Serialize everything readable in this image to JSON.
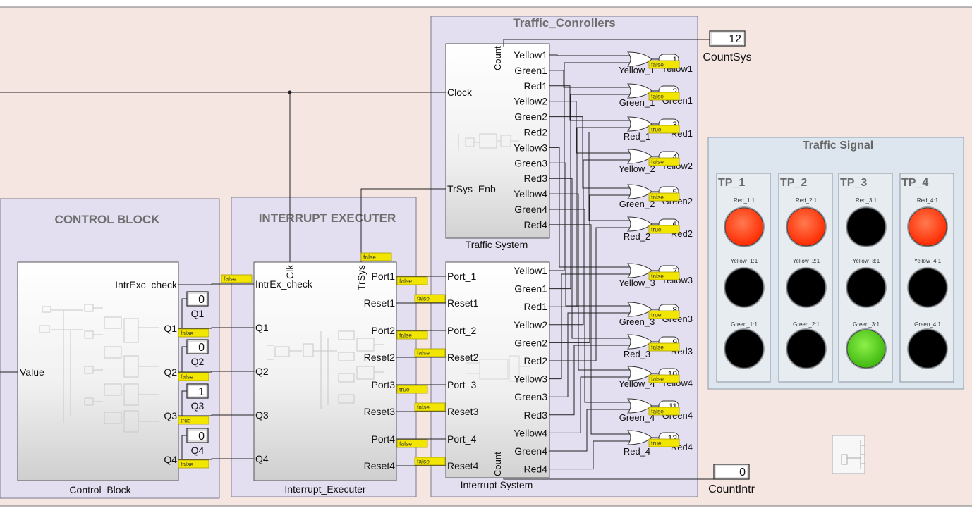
{
  "areas": {
    "traffic_controllers": "Traffic_Conrollers",
    "control_block": "CONTROL BLOCK",
    "interrupt_executer": "INTERRUPT EXECUTER",
    "traffic_signal": "Traffic Signal"
  },
  "control_block": {
    "name": "Control_Block",
    "in_ports": [
      "Value"
    ],
    "out_ports": [
      "IntrExc_check",
      "Q1",
      "Q2",
      "Q3",
      "Q4"
    ],
    "out_values": [
      "false",
      "false",
      "false",
      "true",
      "false"
    ]
  },
  "q_displays": [
    {
      "label": "Q1",
      "value": "0"
    },
    {
      "label": "Q2",
      "value": "0"
    },
    {
      "label": "Q3",
      "value": "1"
    },
    {
      "label": "Q4",
      "value": "0"
    }
  ],
  "interrupt_executer": {
    "name": "Interrupt_Executer",
    "in_ports": [
      "IntrEx_check",
      "Q1",
      "Q2",
      "Q3",
      "Q4"
    ],
    "clk_label": "Clk",
    "trsys_label": "TrSys",
    "trsys_value": "false",
    "out_ports": [
      "Port1",
      "Reset1",
      "Port2",
      "Reset2",
      "Port3",
      "Reset3",
      "Port4",
      "Reset4"
    ],
    "out_values": [
      "false",
      "false",
      "false",
      "false",
      "true",
      "false",
      "false",
      "false"
    ]
  },
  "traffic_system": {
    "name": "Traffic System",
    "in_ports": [
      "Clock",
      "TrSys_Enb"
    ],
    "count_label": "Count",
    "out_ports": [
      "Yellow1",
      "Green1",
      "Red1",
      "Yellow2",
      "Green2",
      "Red2",
      "Yellow3",
      "Green3",
      "Red3",
      "Yellow4",
      "Green4",
      "Red4"
    ]
  },
  "interrupt_system": {
    "name": "Interrupt System",
    "in_ports": [
      "Port_1",
      "Reset1",
      "Port_2",
      "Reset2",
      "Port_3",
      "Reset3",
      "Port_4",
      "Reset4"
    ],
    "count_label": "Count",
    "out_ports": [
      "Yellow1",
      "Green1",
      "Red1",
      "Yellow2",
      "Green2",
      "Red2",
      "Yellow3",
      "Green3",
      "Red3",
      "Yellow4",
      "Green4",
      "Red4"
    ]
  },
  "or_gates": [
    {
      "name": "Yellow_1",
      "value": "false",
      "port_num": "1",
      "port_name": "Yellow1"
    },
    {
      "name": "Green_1",
      "value": "false",
      "port_num": "2",
      "port_name": "Green1"
    },
    {
      "name": "Red_1",
      "value": "true",
      "port_num": "3",
      "port_name": "Red1"
    },
    {
      "name": "Yellow_2",
      "value": "false",
      "port_num": "4",
      "port_name": "Yellow2"
    },
    {
      "name": "Green_2",
      "value": "false",
      "port_num": "5",
      "port_name": "Green2"
    },
    {
      "name": "Red_2",
      "value": "true",
      "port_num": "6",
      "port_name": "Red2"
    },
    {
      "name": "Yellow_3",
      "value": "false",
      "port_num": "7",
      "port_name": "Yellow3"
    },
    {
      "name": "Green_3",
      "value": "true",
      "port_num": "8",
      "port_name": "Green3"
    },
    {
      "name": "Red_3",
      "value": "false",
      "port_num": "9",
      "port_name": "Red3"
    },
    {
      "name": "Yellow_4",
      "value": "false",
      "port_num": "10",
      "port_name": "Yellow4"
    },
    {
      "name": "Green_4",
      "value": "false",
      "port_num": "11",
      "port_name": "Green4"
    },
    {
      "name": "Red_4",
      "value": "true",
      "port_num": "12",
      "port_name": "Red4"
    }
  ],
  "count_displays": [
    {
      "name": "CountSys",
      "value": "12"
    },
    {
      "name": "CountIntr",
      "value": "0"
    }
  ],
  "traffic_signal": {
    "poles": [
      {
        "name": "TP_1",
        "lamps": [
          {
            "label": "Red_1:1",
            "state": "on",
            "color": "#ff3a1a"
          },
          {
            "label": "Yellow_1:1",
            "state": "off",
            "color": "#000000"
          },
          {
            "label": "Green_1:1",
            "state": "off",
            "color": "#000000"
          }
        ]
      },
      {
        "name": "TP_2",
        "lamps": [
          {
            "label": "Red_2:1",
            "state": "on",
            "color": "#ff3a1a"
          },
          {
            "label": "Yellow_2:1",
            "state": "off",
            "color": "#000000"
          },
          {
            "label": "Green_2:1",
            "state": "off",
            "color": "#000000"
          }
        ]
      },
      {
        "name": "TP_3",
        "lamps": [
          {
            "label": "Red_3:1",
            "state": "off",
            "color": "#000000"
          },
          {
            "label": "Yellow_3:1",
            "state": "off",
            "color": "#000000"
          },
          {
            "label": "Green_3:1",
            "state": "on",
            "color": "#4fce1c"
          }
        ]
      },
      {
        "name": "TP_4",
        "lamps": [
          {
            "label": "Red_4:1",
            "state": "on",
            "color": "#ff3a1a"
          },
          {
            "label": "Yellow_4:1",
            "state": "off",
            "color": "#000000"
          },
          {
            "label": "Green_4:1",
            "state": "off",
            "color": "#000000"
          }
        ]
      }
    ]
  },
  "colors": {
    "canvas_bg": "#f5e6e2",
    "area_bg": "#e3dff0",
    "area_border": "#7a7a8a",
    "signal_bg": "#dde6ef",
    "tag_bg": "#f2e600",
    "lamp_on_red": "#ff3a1a",
    "lamp_on_green": "#4fce1c"
  }
}
